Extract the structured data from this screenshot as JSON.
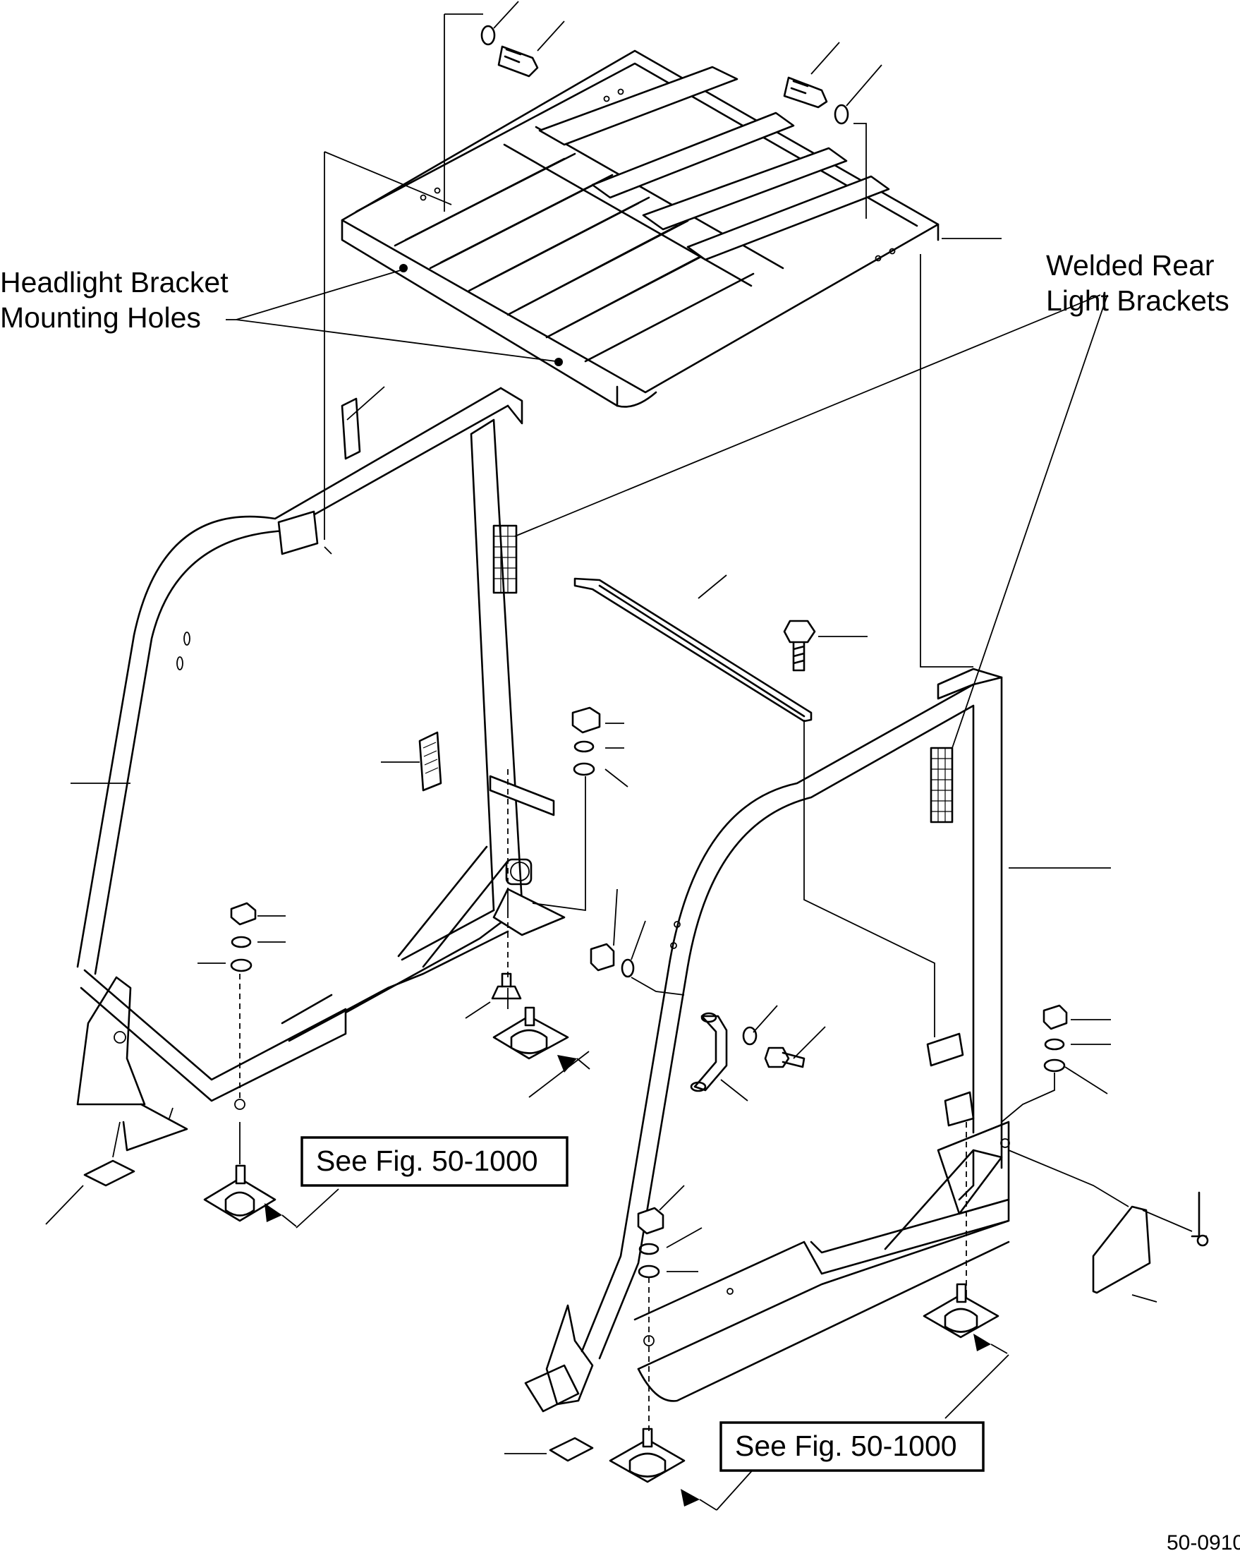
{
  "labels": {
    "headlight_line1": "Headlight Bracket",
    "headlight_line2": "Mounting Holes",
    "rear_line1": "Welded Rear",
    "rear_line2": "Light Brackets",
    "ref_left": "See Fig. 50-1000",
    "ref_right": "See Fig. 50-1000",
    "figure_number": "50-0910"
  },
  "colors": {
    "line": "#000000",
    "background": "#ffffff"
  }
}
